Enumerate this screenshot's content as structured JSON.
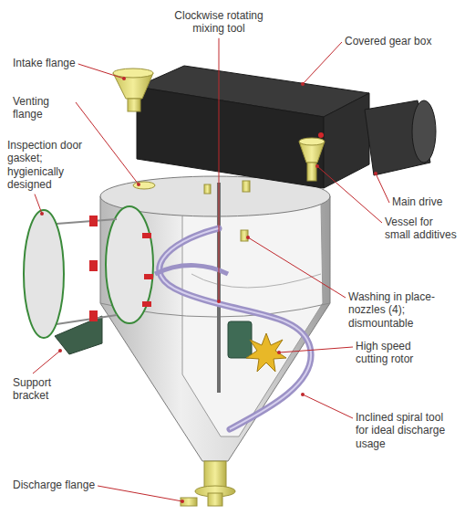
{
  "diagram": {
    "labels": [
      "Clockwise rotating mixing tool",
      "Covered gear box",
      "Intake flange",
      "Venting flange",
      "Inspection door gasket; hygienically designed",
      "Main drive",
      "Vessel for small additives",
      "Washing in place-nozzles (4); dismountable",
      "High speed cutting rotor",
      "Support bracket",
      "Inclined spiral tool for ideal discharge usage",
      "Discharge flange"
    ]
  }
}
